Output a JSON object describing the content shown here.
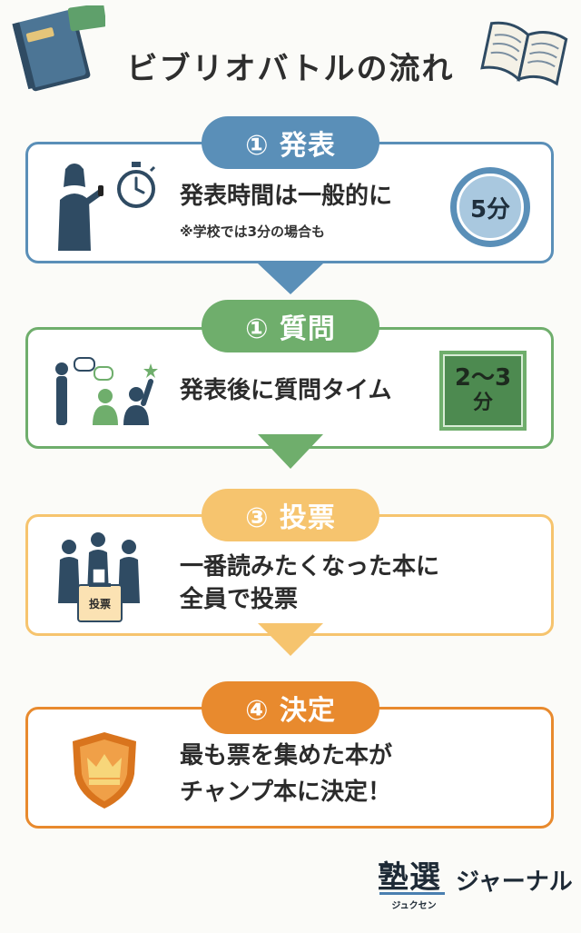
{
  "title": "ビブリオバトルの流れ",
  "steps": [
    {
      "label": "① 発表",
      "text": "発表時間は一般的に",
      "note": "※学校では3分の場合も",
      "badge": "5分",
      "color": "#5a8fb8"
    },
    {
      "label": "① 質問",
      "text": "発表後に質問タイム",
      "badge_line1": "2～3",
      "badge_line2": "分",
      "color": "#6fae6c"
    },
    {
      "label": "③ 投票",
      "text_line1": "一番読みたくなった本に",
      "text_line2": "全員で投票",
      "box_label": "投票",
      "color": "#f6c46e"
    },
    {
      "label": "④ 決定",
      "text_line1": "最も票を集めた本が",
      "text_line2": "チャンプ本に決定！",
      "color": "#e88a2e"
    }
  ],
  "logo": {
    "kanji": "塾選",
    "ruby": "ジュクセン",
    "journal": "ジャーナル"
  }
}
